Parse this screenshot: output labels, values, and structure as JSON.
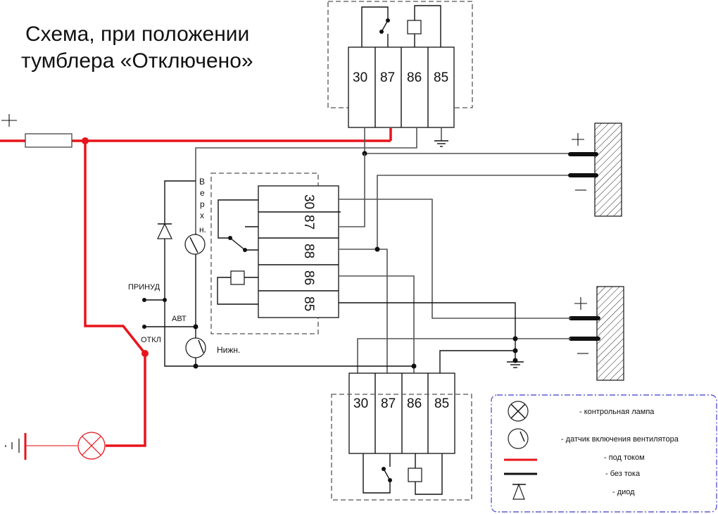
{
  "title": {
    "line1": "Схема, при положении",
    "line2": "тумблера «Отключено»"
  },
  "supply": {
    "plus_sign": "+"
  },
  "relay_top": {
    "pins": [
      "30",
      "87",
      "86",
      "85"
    ]
  },
  "relay_bottom": {
    "pins": [
      "30",
      "87",
      "86",
      "85"
    ]
  },
  "relay_middle": {
    "pins": [
      "30",
      "87",
      "88",
      "86",
      "85"
    ]
  },
  "sensors": {
    "upper_label": [
      "В",
      "е",
      "р",
      "х",
      "н."
    ],
    "lower_label": "Нижн."
  },
  "switch": {
    "positions": {
      "forced": "ПРИНУД",
      "auto": "АВТ",
      "off": "ОТКЛ"
    }
  },
  "fans": [
    {
      "plus": "+",
      "minus": "—"
    },
    {
      "plus": "+",
      "minus": "—"
    }
  ],
  "legend": {
    "items": [
      {
        "symbol": "lamp-icon",
        "text": "- контрольная лампа"
      },
      {
        "symbol": "fan-sensor-icon",
        "text": "- датчик включения вентилятора"
      },
      {
        "symbol": "live-wire",
        "text": "- под током",
        "color": "#e8141b"
      },
      {
        "symbol": "dead-wire",
        "text": "- без тока",
        "color": "#111111"
      },
      {
        "symbol": "diode-icon",
        "text": "- диод"
      }
    ]
  },
  "colors": {
    "live": "#e8141b",
    "dead": "#111111",
    "legend_border": "#5b5bd6"
  }
}
